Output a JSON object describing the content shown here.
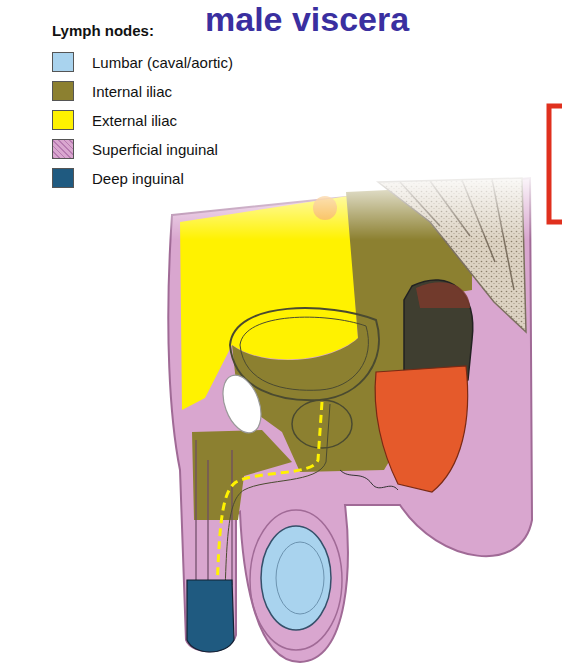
{
  "diagram": {
    "title": "male viscera",
    "labels": [
      "Lymph nodes:"
    ],
    "legend": [
      {
        "text": "Lumbar (caval/aortic)",
        "color": "#a9d3ee"
      },
      {
        "text": "Internal iliac",
        "color": "#8c8030"
      },
      {
        "text": "External iliac",
        "color": "#fff200"
      },
      {
        "text": "Superficial inguinal",
        "color": "#d9a6cf"
      },
      {
        "text": "Deep inguinal",
        "color": "#1f5a80"
      }
    ]
  }
}
